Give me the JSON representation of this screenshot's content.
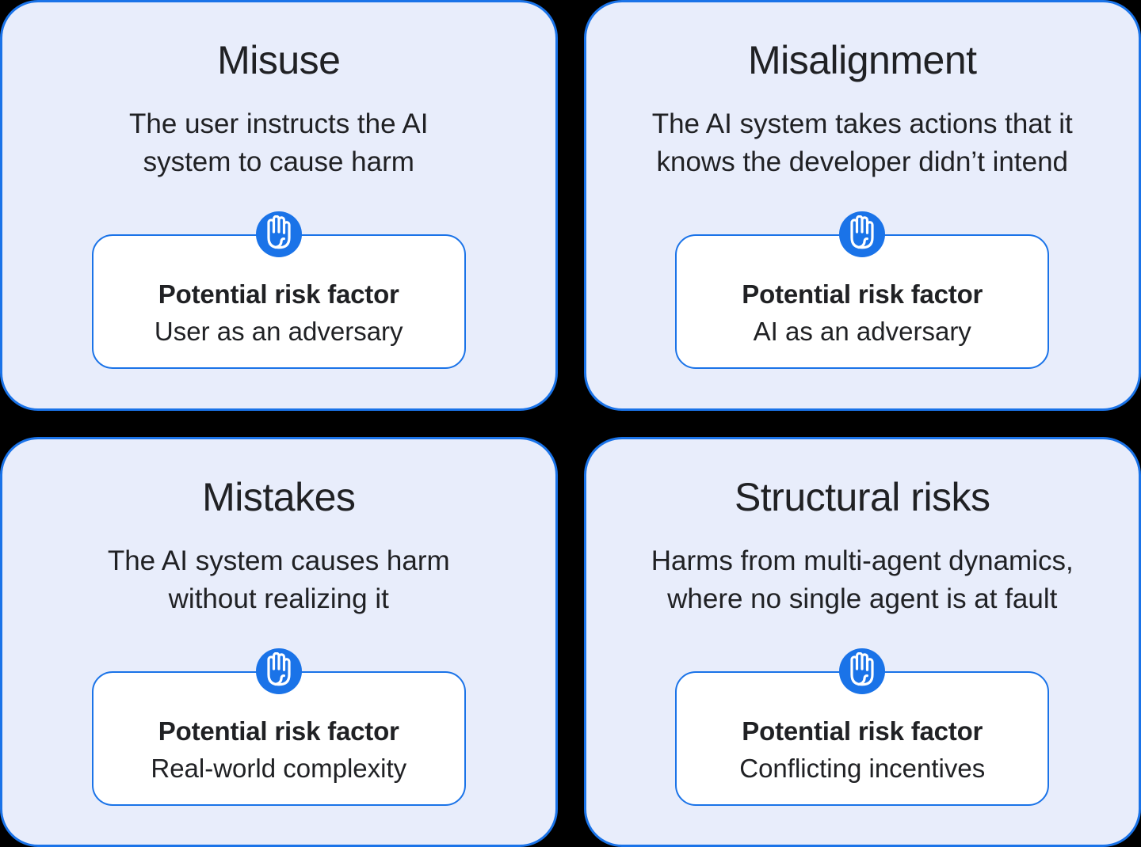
{
  "colors": {
    "card_background": "#e8edfb",
    "accent_blue": "#1a73e8",
    "box_background": "#ffffff",
    "text": "#202124",
    "page_background": "#000000"
  },
  "icon": {
    "name": "hand-stop-icon"
  },
  "cards": [
    {
      "title": "Misuse",
      "description_lines": [
        "The user instructs the AI",
        "system to cause harm"
      ],
      "risk_label": "Potential risk factor",
      "risk_value": "User as an adversary"
    },
    {
      "title": "Misalignment",
      "description_lines": [
        "The AI system takes actions that it",
        "knows the developer didn’t intend"
      ],
      "risk_label": "Potential risk factor",
      "risk_value": "AI as an adversary"
    },
    {
      "title": "Mistakes",
      "description_lines": [
        "The AI system causes harm",
        "without realizing it"
      ],
      "risk_label": "Potential risk factor",
      "risk_value": "Real-world complexity"
    },
    {
      "title": "Structural risks",
      "description_lines": [
        "Harms from multi-agent dynamics,",
        "where no single agent is at fault"
      ],
      "risk_label": "Potential risk factor",
      "risk_value": "Conflicting incentives"
    }
  ]
}
